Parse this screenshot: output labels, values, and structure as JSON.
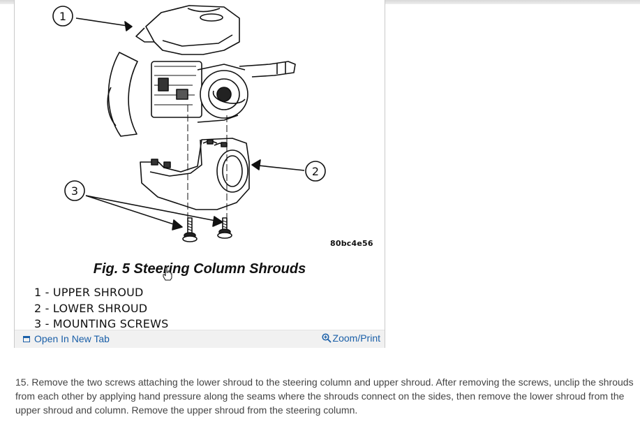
{
  "figure": {
    "diagram_code": "80bc4e56",
    "caption": "Fig. 5 Steering Column Shrouds",
    "callouts": [
      "1",
      "2",
      "3"
    ],
    "legend": [
      "1 - UPPER SHROUD",
      "2 - LOWER SHROUD",
      "3 - MOUNTING SCREWS"
    ]
  },
  "actions": {
    "open_new_tab": "Open In New Tab",
    "zoom_print": "Zoom/Print",
    "open_icon": "open-tab-icon",
    "zoom_icon": "magnifier-plus-icon"
  },
  "instruction": "15. Remove the two screws attaching the lower shroud to the steering column and upper shroud. After removing the screws, unclip the shrouds from each other by applying hand pressure along the seams where the shrouds connect on the sides, then remove the lower shroud from the upper shroud and column. Remove the upper shroud from the steering column.",
  "colors": {
    "link": "#1a5fa8",
    "text": "#444444"
  }
}
